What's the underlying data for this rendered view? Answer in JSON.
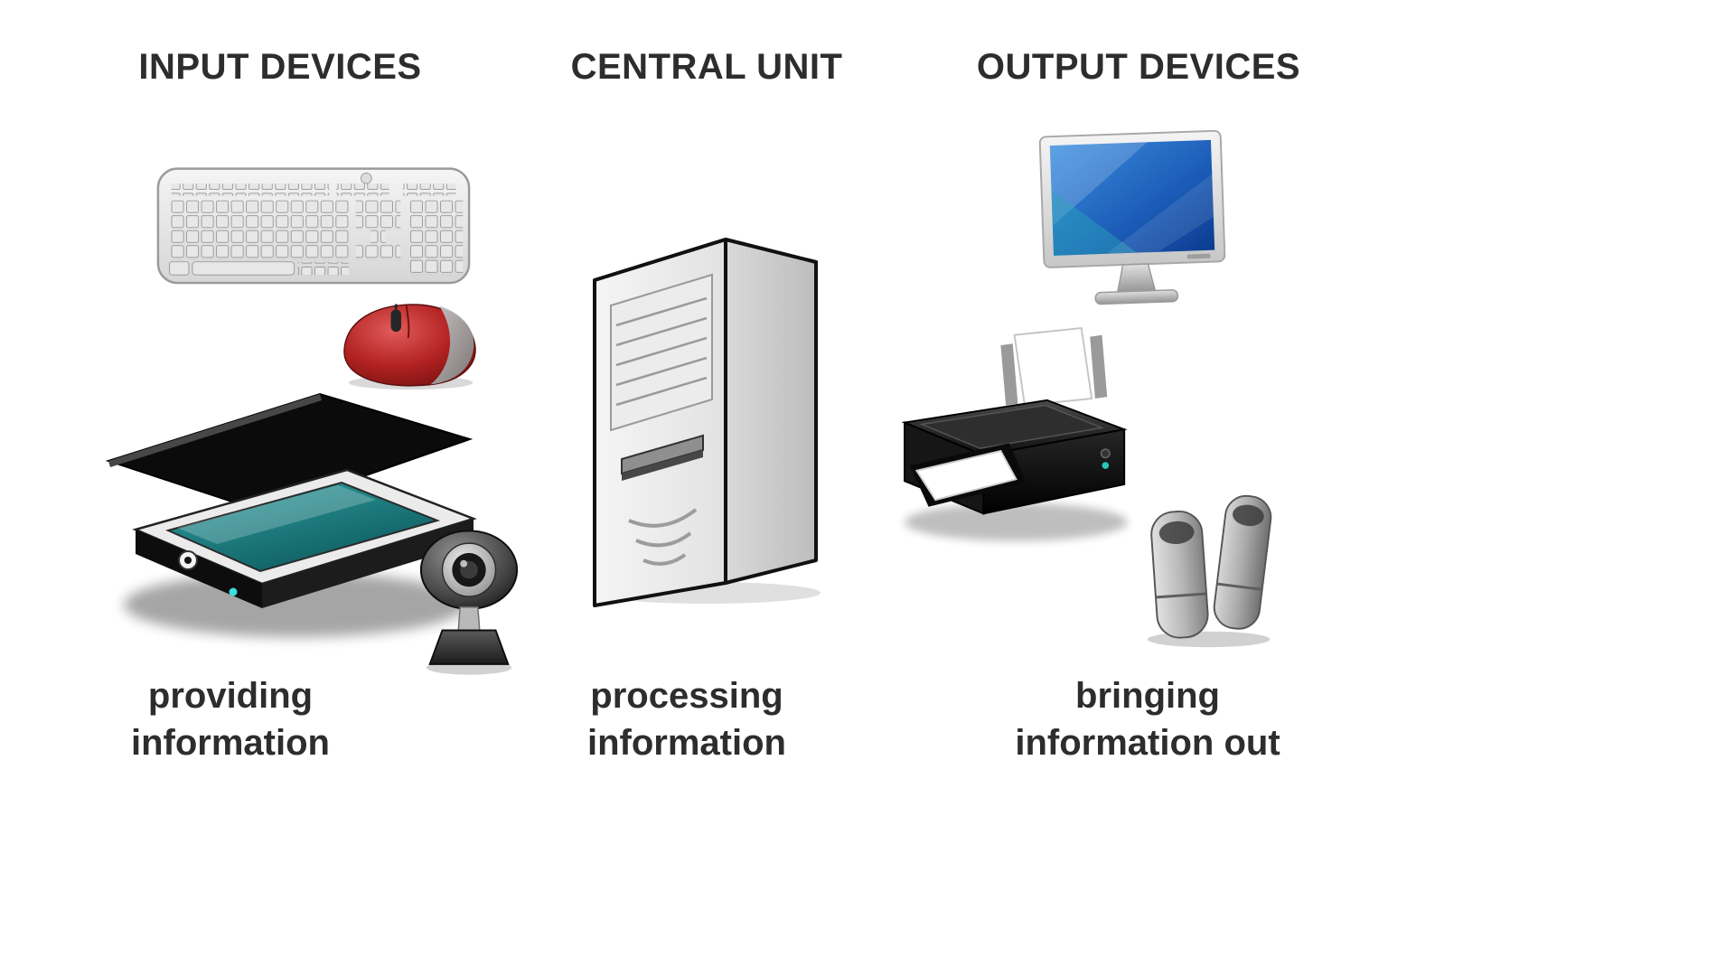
{
  "diagram_title": "Computer system parts diagram",
  "columns": [
    {
      "header": "INPUT DEVICES",
      "caption": [
        "providing",
        "information"
      ],
      "devices": [
        "keyboard",
        "mouse",
        "scanner",
        "webcam"
      ]
    },
    {
      "header": "CENTRAL UNIT",
      "caption": [
        "processing",
        "information"
      ],
      "devices": [
        "computer-tower"
      ]
    },
    {
      "header": "OUTPUT DEVICES",
      "caption": [
        "bringing",
        "information out"
      ],
      "devices": [
        "monitor",
        "printer",
        "speakers"
      ]
    }
  ],
  "colors": {
    "background": "#ffffff",
    "text": "#2d2d2d",
    "mouse_red": "#b22222",
    "scanner_glass": "#1d8a8d",
    "monitor_screen": "#1f6fc9",
    "device_gray": "#e9e9e9",
    "device_black": "#111111"
  }
}
